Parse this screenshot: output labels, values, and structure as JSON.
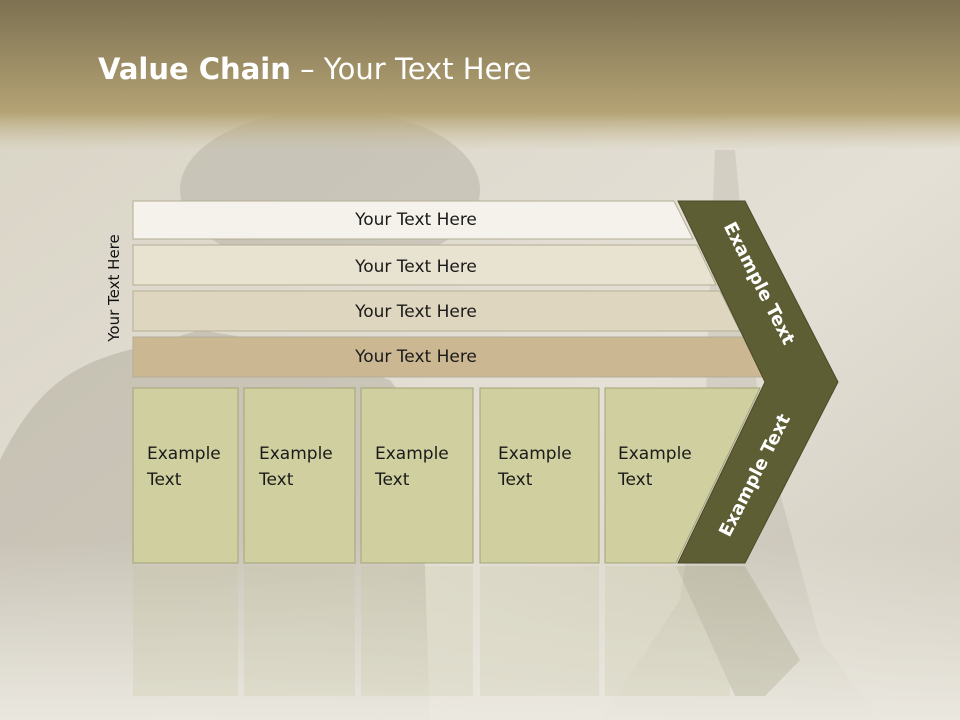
{
  "slide": {
    "title_bold": "Value Chain",
    "title_rest": " – Your Text Here",
    "side_label": "Your Text Here"
  },
  "bands": [
    {
      "label": "Your Text Here"
    },
    {
      "label": "Your Text Here"
    },
    {
      "label": "Your Text Here"
    },
    {
      "label": "Your Text Here"
    }
  ],
  "boxes": [
    {
      "line1": "Example",
      "line2": "Text"
    },
    {
      "line1": "Example",
      "line2": "Text"
    },
    {
      "line1": "Example",
      "line2": "Text"
    },
    {
      "line1": "Example",
      "line2": "Text"
    },
    {
      "line1": "Example",
      "line2": "Text"
    }
  ],
  "chevron": {
    "upper_label": "Example Text",
    "lower_label": "Example Text"
  },
  "colors": {
    "header": "#a89a70",
    "band1": "#f4f2ea",
    "band2": "#e8e2d0",
    "band3": "#ded6be",
    "band4": "#cbb893",
    "box": "#cfcf9f",
    "chevron": "#5e5e34"
  }
}
